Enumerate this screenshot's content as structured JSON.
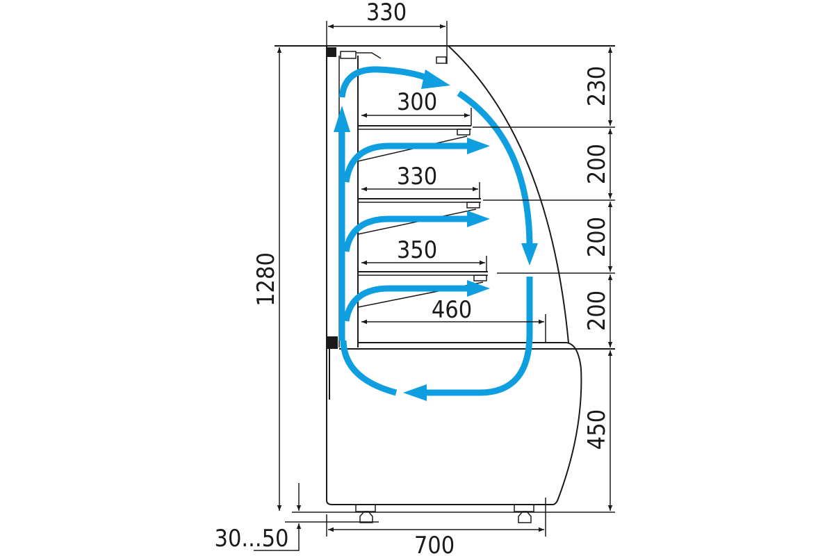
{
  "colors": {
    "airflow": "#0f9fe0",
    "line": "#1a1a1a"
  },
  "dimensions": {
    "top_depth": "330",
    "shelf1_depth": "300",
    "shelf2_depth": "330",
    "shelf3_depth": "350",
    "base_depth": "460",
    "height_top": "230",
    "height_shelf1": "200",
    "height_shelf2": "200",
    "height_shelf3": "200",
    "height_base": "450",
    "total_height": "1280",
    "foot_adjust": "30...50",
    "total_depth": "700"
  }
}
